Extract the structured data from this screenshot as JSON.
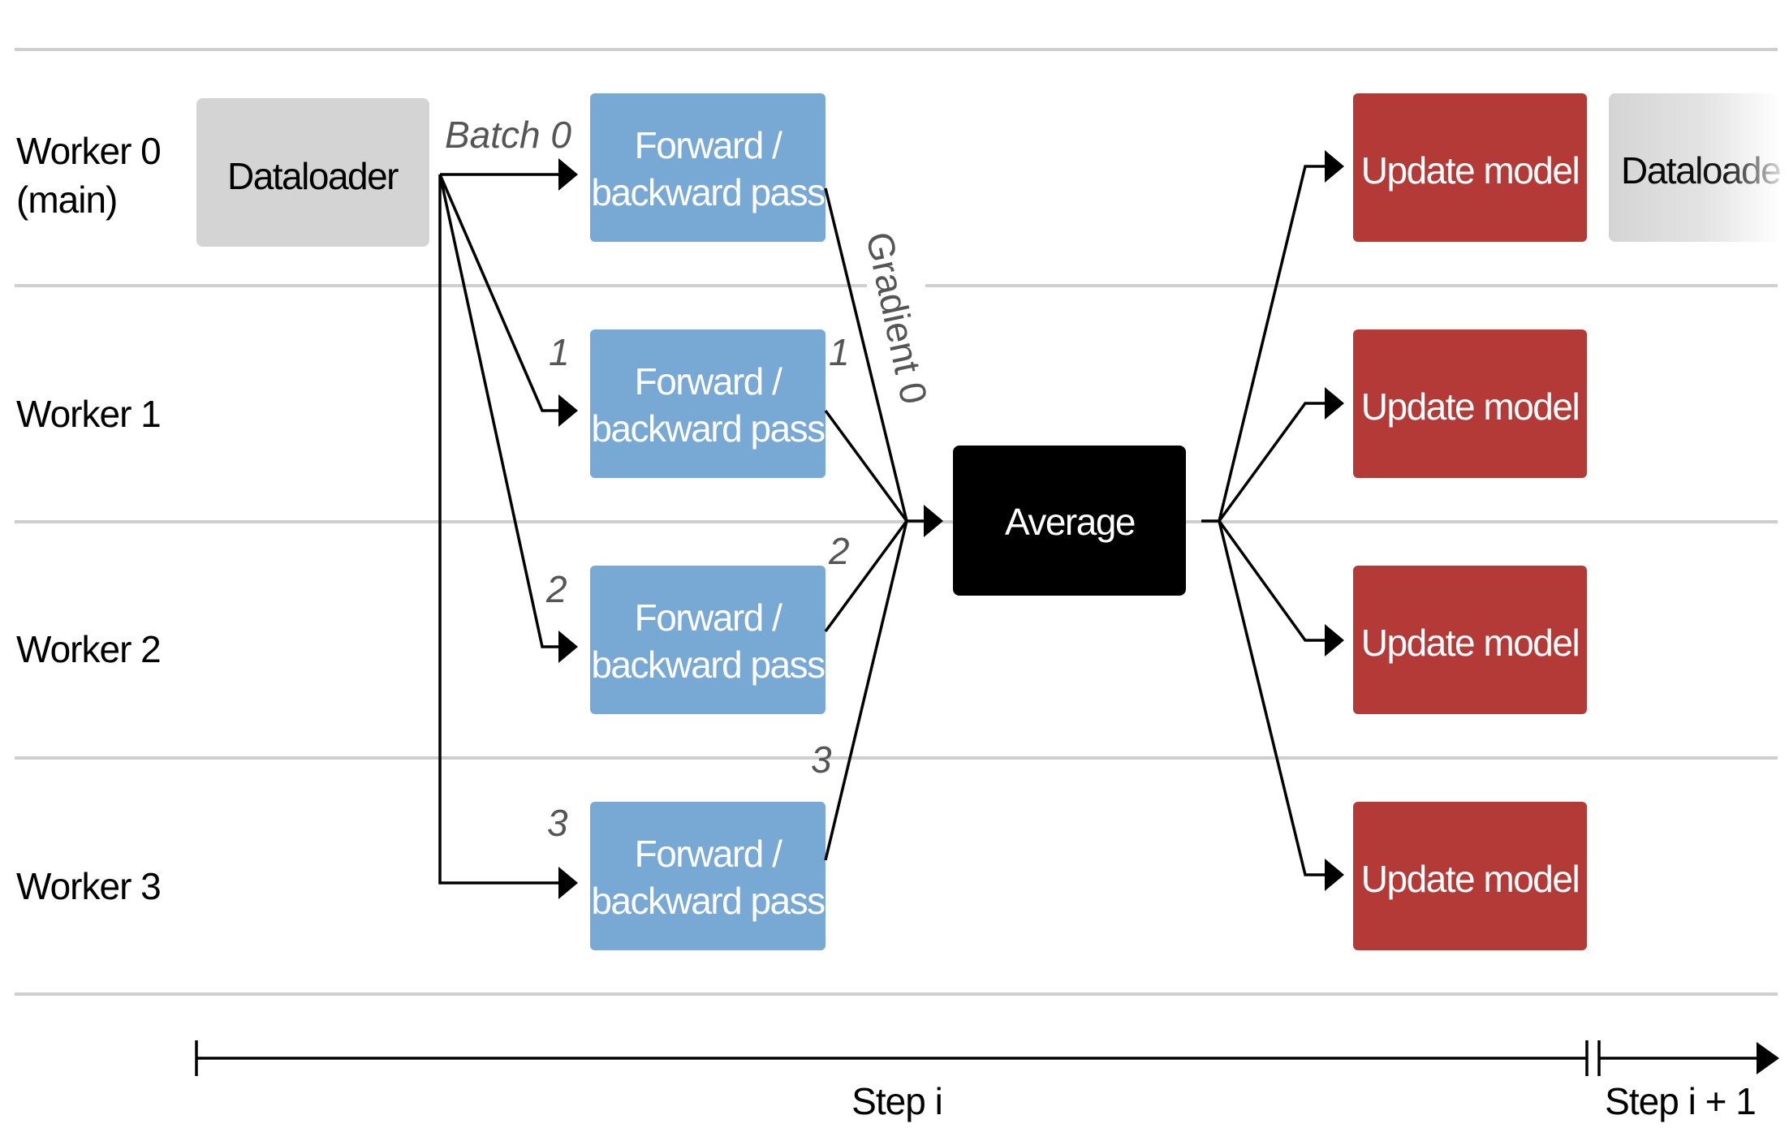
{
  "workers": [
    "Worker 0",
    "(main)",
    "Worker 1",
    "Worker 2",
    "Worker 3"
  ],
  "dataloader_label": "Dataloader",
  "dataloader_next_label": "Dataloader",
  "batch_labels": [
    "Batch 0",
    "1",
    "2",
    "3"
  ],
  "pass_label_line1": "Forward /",
  "pass_label_line2": "backward pass",
  "gradient_labels": [
    "Gradient 0",
    "1",
    "2",
    "3"
  ],
  "average_label": "Average",
  "update_label": "Update model",
  "step_labels": [
    "Step i",
    "Step i + 1"
  ],
  "colors": {
    "dataloader": "#d4d4d4",
    "pass": "#78a8d4",
    "average": "#000000",
    "update": "#b33a37",
    "rule": "#cfcfcf"
  }
}
